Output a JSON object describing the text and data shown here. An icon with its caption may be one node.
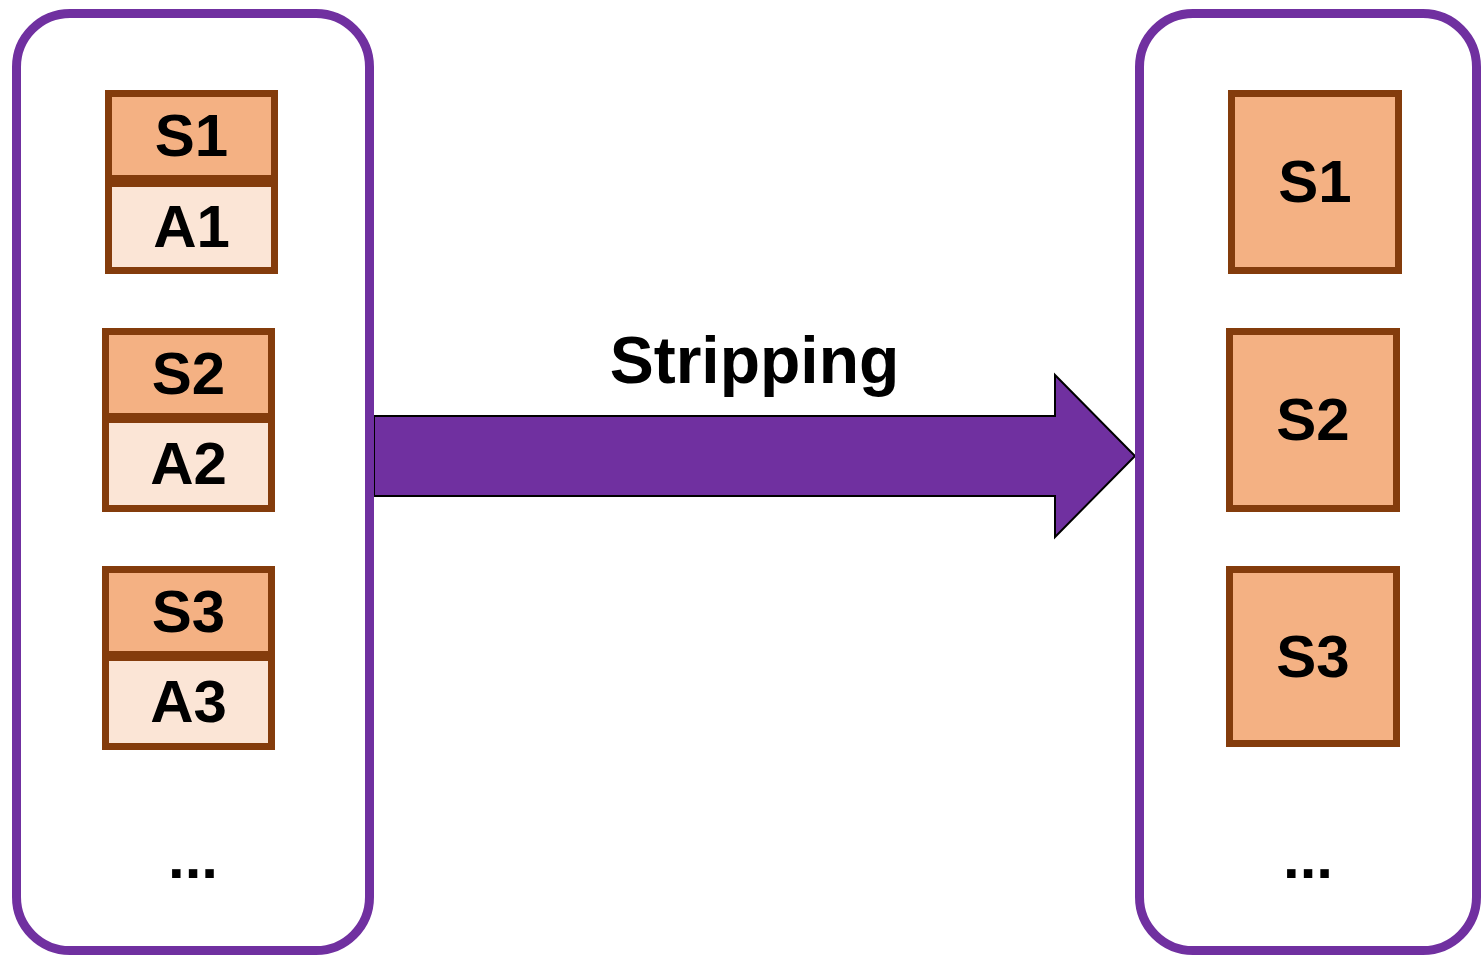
{
  "diagram": {
    "nodes": [
      {
        "text": [
          "..."
        ]
      },
      {
        "text": [
          "S1"
        ],
        "in": 0
      },
      {
        "text": [
          "A1"
        ],
        "in": 0
      },
      {
        "text": [
          "S2"
        ],
        "in": 0
      },
      {
        "text": [
          "A2"
        ],
        "in": 0
      },
      {
        "text": [
          "S3"
        ],
        "in": 0
      },
      {
        "text": [
          "A3"
        ],
        "in": 0
      },
      {
        "text": [
          "..."
        ]
      },
      {
        "text": [
          "S1"
        ],
        "in": 7
      },
      {
        "text": [
          "S2"
        ],
        "in": 7
      },
      {
        "text": [
          "S3"
        ],
        "in": 7
      }
    ],
    "edges": [
      {
        "from": 0,
        "to": 7,
        "arrow": "to",
        "label": "Stripping",
        "style": "thick",
        "color": "#7030a0"
      }
    ]
  }
}
